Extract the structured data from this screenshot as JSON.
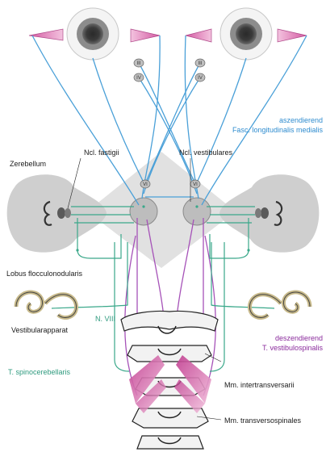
{
  "labels": {
    "aszendierend": "aszendierend",
    "fasc_long_med": "Fasc. longitudinalis medialis",
    "zerebellum": "Zerebellum",
    "ncl_fastigii": "Ncl. fastigii",
    "ncl_vestibulares": "Ncl. vestibulares",
    "lobus": "Lobus flocculonodularis",
    "n_viii": "N. VIII",
    "vestibularapparat": "Vestibularapparat",
    "deszendierend": "deszendierend",
    "t_vestibulospinalis": "T. vestibulospinalis",
    "t_spinocerebellaris": "T. spinocerebellaris",
    "mm_intertransversarii": "Mm. intertransversarii",
    "mm_transversospinales": "Mm. transversospinales"
  },
  "nuclei": {
    "iii_left": "III",
    "iv_left": "IV",
    "iii_right": "III",
    "iv_right": "IV",
    "vi_left": "VI",
    "vi_right": "VI"
  },
  "colors": {
    "ascending": "#4aa0d8",
    "descending": "#a652b8",
    "spinocerebellar": "#3aa88a",
    "eye_muscle": "#e07bb8"
  }
}
